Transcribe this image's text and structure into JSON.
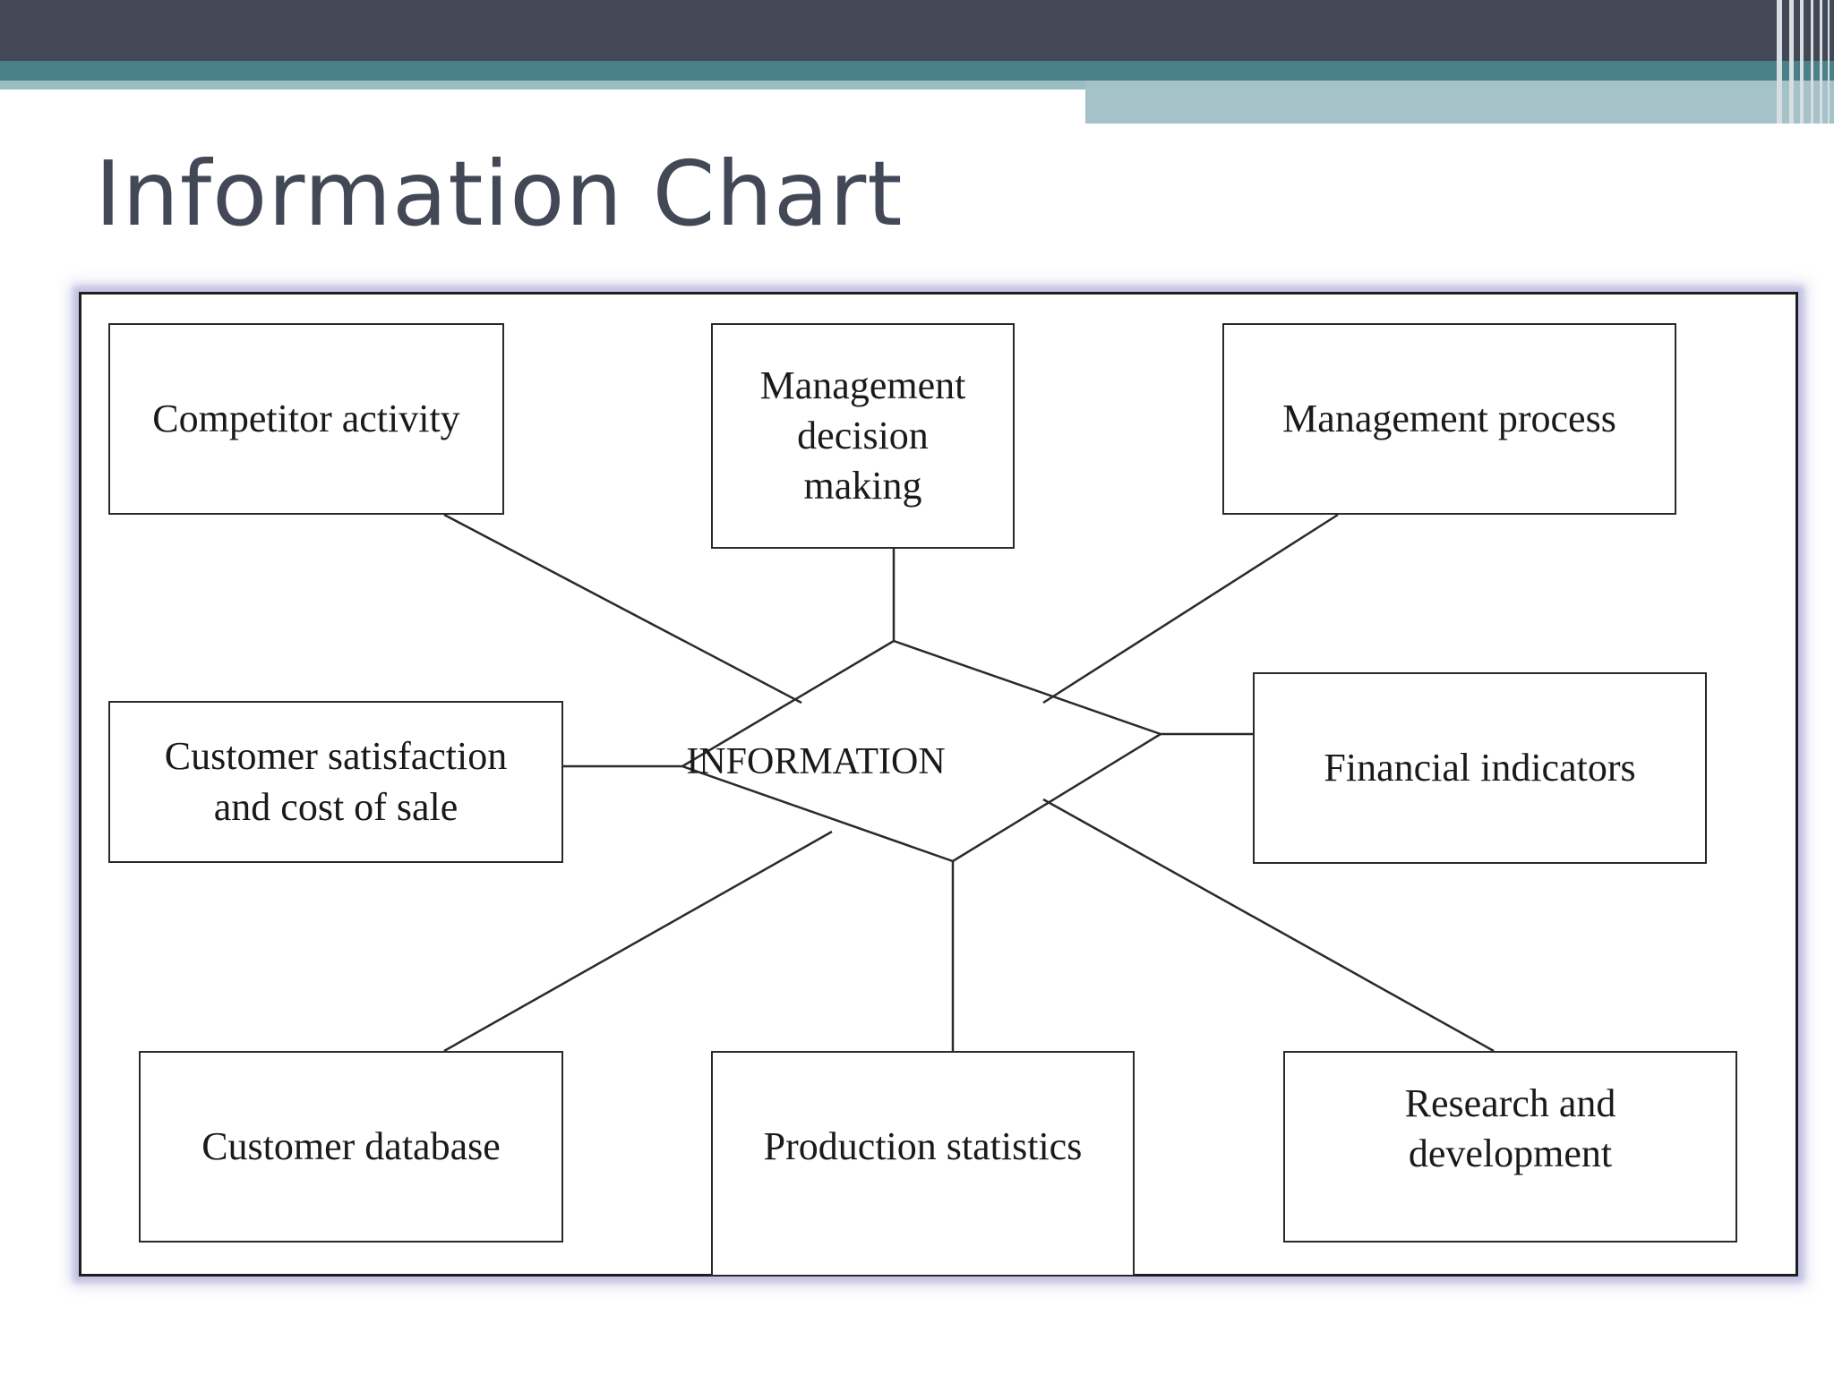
{
  "slide": {
    "title": "Information Chart"
  },
  "colors": {
    "header_dark": "#434857",
    "header_teal": "#4a8088",
    "header_light": "#a4c2c7",
    "frame_glow": "#c4c2e3"
  },
  "diagram": {
    "center": "INFORMATION",
    "nodes": {
      "competitor_activity": "Competitor activity",
      "management_decision_line1": "Management",
      "management_decision_line2": "decision",
      "management_decision_line3": "making",
      "management_process": "Management process",
      "customer_satisfaction_line1": "Customer satisfaction",
      "customer_satisfaction_line2": "and cost of sale",
      "financial_indicators": "Financial indicators",
      "customer_database": "Customer database",
      "production_statistics": "Production statistics",
      "research_line1": "Research and",
      "research_line2": "development"
    }
  }
}
